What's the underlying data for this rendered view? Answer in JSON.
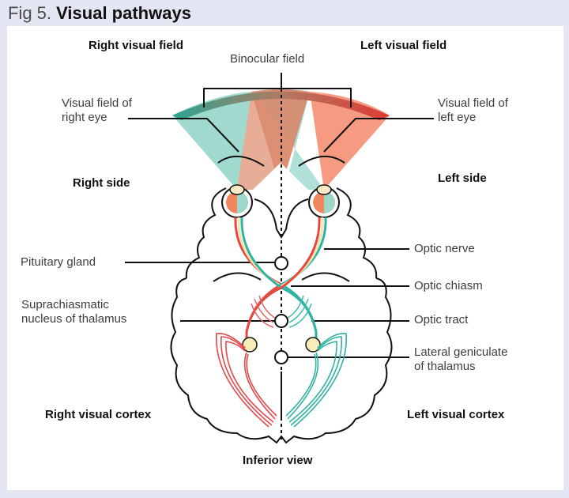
{
  "figure": {
    "number": "Fig 5.",
    "title": "Visual pathways",
    "caption_view": "Inferior view"
  },
  "headings": {
    "right_visual_field": "Right visual field",
    "left_visual_field": "Left visual field",
    "right_side": "Right side",
    "left_side": "Left side",
    "right_visual_cortex": "Right visual cortex",
    "left_visual_cortex": "Left visual cortex"
  },
  "labels": {
    "binocular_field": "Binocular field",
    "visual_field_right_eye": [
      "Visual field of",
      "right eye"
    ],
    "visual_field_left_eye": [
      "Visual field of",
      "left eye"
    ],
    "pituitary_gland": "Pituitary gland",
    "suprachiasmatic": [
      "Suprachiasmatic",
      "nucleus of thalamus"
    ],
    "optic_nerve": "Optic nerve",
    "optic_chiasm": "Optic chiasm",
    "optic_tract": "Optic tract",
    "lateral_geniculate": [
      "Lateral geniculate",
      "of thalamus"
    ]
  },
  "colors": {
    "background": "#e4e6f3",
    "panel": "#ffffff",
    "teal": "#2fb3a3",
    "teal_light": "#9fd8cf",
    "red": "#e8393a",
    "salmon": "#f5866a",
    "salmon_light": "#f7a58e",
    "yellow_nucleus": "#f8ecb8",
    "outline": "#111111"
  }
}
